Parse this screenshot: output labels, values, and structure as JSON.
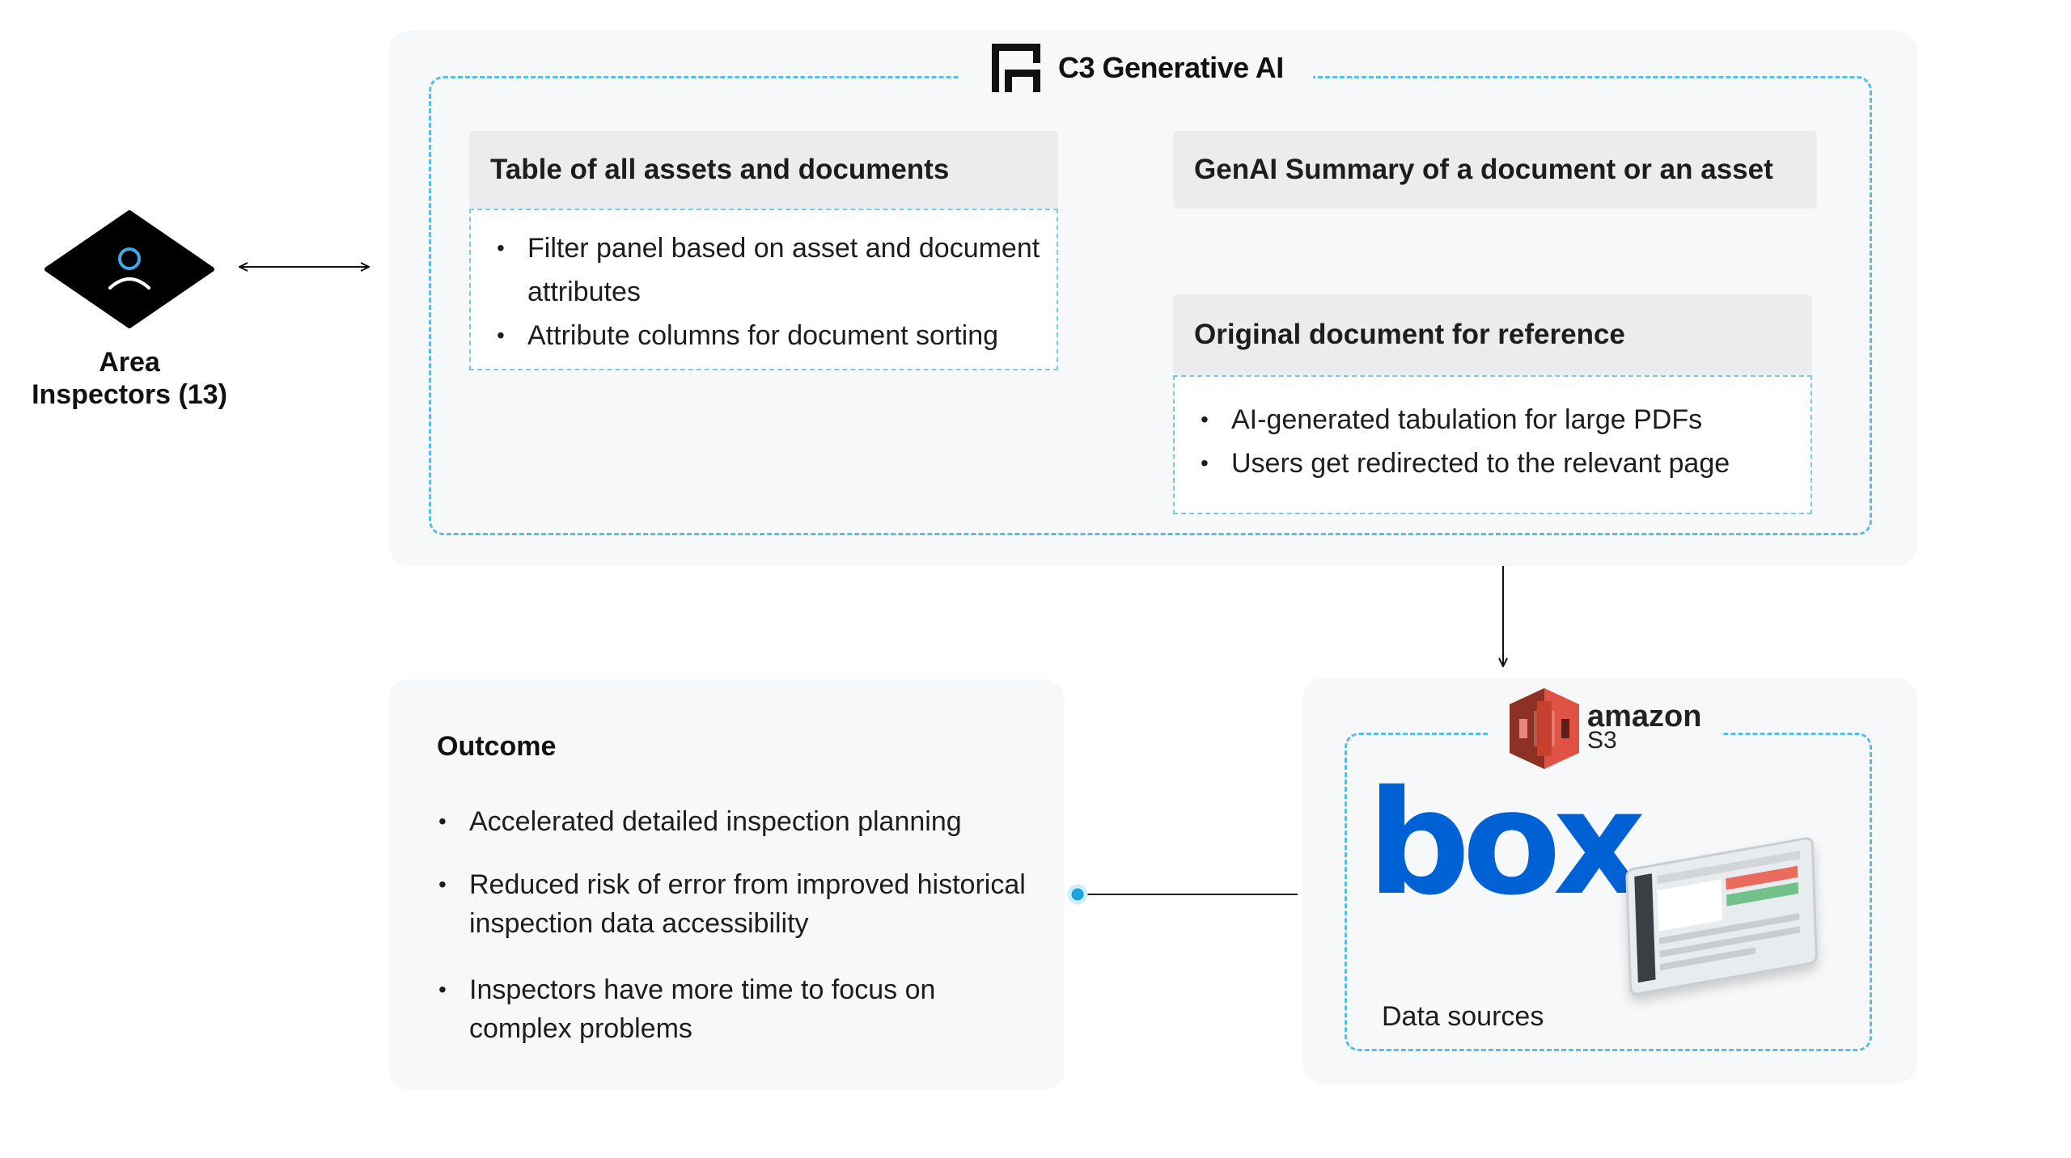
{
  "user": {
    "label_line1": "Area",
    "label_line2": "Inspectors (13)",
    "icon": "user-icon"
  },
  "platform": {
    "title": "C3 Generative AI",
    "logo": "c3-logo"
  },
  "table_block": {
    "header": "Table of all assets and documents",
    "items": [
      "Filter panel based on asset and document attributes",
      "Attribute columns for document sorting"
    ]
  },
  "summary_block": {
    "header": "GenAI Summary of a document or an asset"
  },
  "original_block": {
    "header": "Original document for reference",
    "items": [
      "AI-generated tabulation for large PDFs",
      "Users get redirected to the relevant page"
    ]
  },
  "data_block": {
    "amazon_word": "amazon",
    "s3_word": "S3",
    "box_word": "box",
    "caption": "Data sources"
  },
  "outcome": {
    "title": "Outcome",
    "items": [
      "Accelerated detailed inspection planning",
      "Reduced risk of error from improved historical inspection data accessibility",
      "Inspectors have more time to focus on complex problems"
    ]
  },
  "colors": {
    "dashed_border": "#5cbde4",
    "panel_bg": "#f7f8fa",
    "header_bg": "#ececee",
    "connector_dot": "#1aa3e0",
    "box_blue": "#0061d5",
    "s3_red": "#c7402e"
  }
}
